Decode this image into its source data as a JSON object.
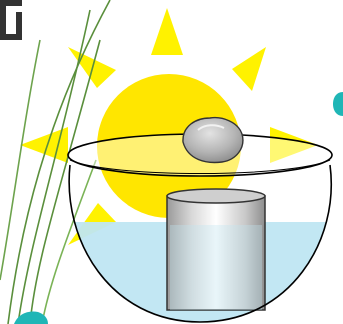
{
  "scene": {
    "subject": "solar-still",
    "elements": [
      "sun",
      "bowl",
      "plastic-cover",
      "stone",
      "cup",
      "water",
      "grass"
    ]
  },
  "colors": {
    "sun": "#fff22a",
    "sun_ray": "#fff200",
    "sun_core": "#ffe600",
    "water": "#bfe6f2",
    "bowl_outline": "#000000",
    "cover_fill": "#ffffff",
    "stone": "#b9b9b9",
    "cup": "#d0d0d0",
    "grass": "#5a8f3c",
    "teal_accent": "#1fb6b6"
  }
}
